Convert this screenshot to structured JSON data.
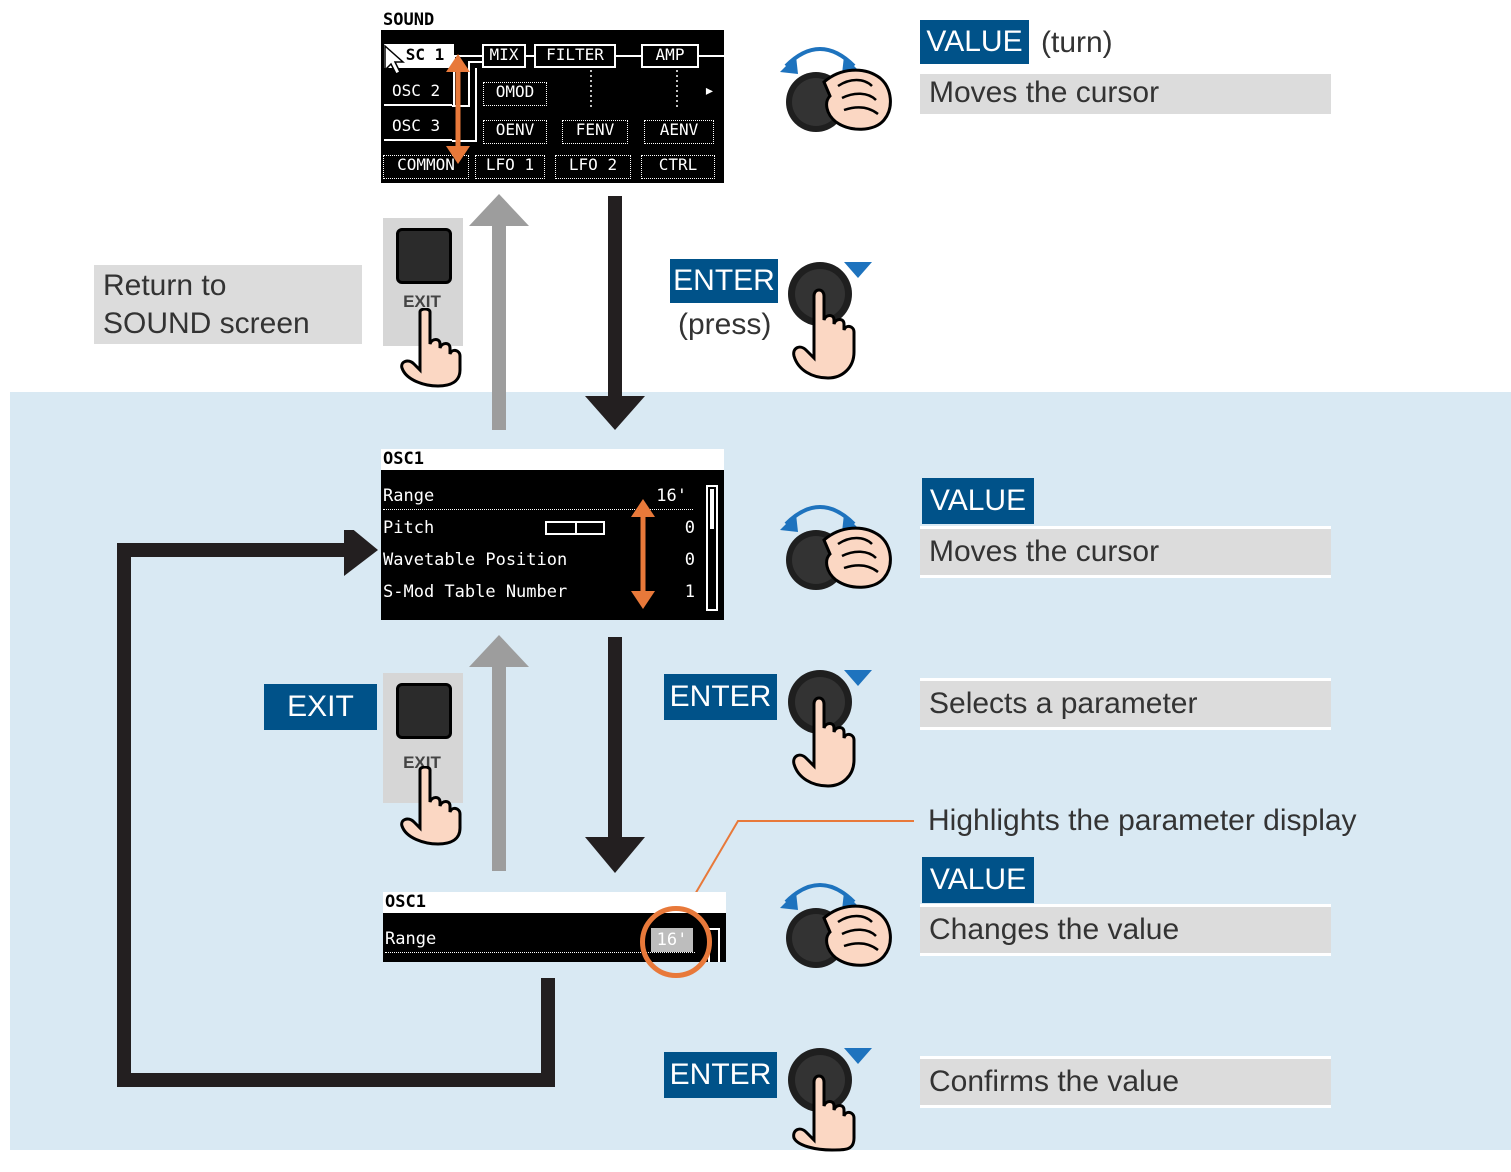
{
  "colors": {
    "blue_label": "#005289",
    "background_blue": "#d9e9f3",
    "grey_box": "#dcdcdc",
    "orange": "#e8793a",
    "arrow_dark": "#231f20",
    "arrow_light": "#9d9d9d",
    "knob_arrow": "#1e73be"
  },
  "sound_screen": {
    "title": "SOUND",
    "tiles": {
      "osc1": "SC 1",
      "mix": "MIX",
      "filter": "FILTER",
      "amp": "AMP",
      "osc2": "OSC 2",
      "omod": "OMOD",
      "osc3": "OSC 3",
      "oenv": "OENV",
      "fenv": "FENV",
      "aenv": "AENV",
      "common": "COMMON",
      "lfo1": "LFO 1",
      "lfo2": "LFO 2",
      "ctrl": "CTRL"
    },
    "more_glyph": "▸"
  },
  "osc1_list_screen": {
    "title": "OSC1",
    "rows": [
      {
        "label": "Range",
        "value": "16'"
      },
      {
        "label": "Pitch",
        "value": "0"
      },
      {
        "label": "Wavetable Position",
        "value": "0"
      },
      {
        "label": "S-Mod Table Number",
        "value": "1"
      }
    ]
  },
  "osc1_edit_screen": {
    "title": "OSC1",
    "row_label": "Range",
    "row_value": "16'"
  },
  "labels": {
    "value_turn_label": "VALUE",
    "turn_text": "(turn)",
    "moves_cursor_1": "Moves the cursor",
    "return_text": "Return to SOUND screen",
    "exit_key_text_1": "EXIT",
    "enter_press_label": "ENTER",
    "press_text": "(press)",
    "value_label_2": "VALUE",
    "moves_cursor_2": "Moves the cursor",
    "exit_label": "EXIT",
    "exit_key_text_2": "EXIT",
    "enter_label_2": "ENTER",
    "selects_parameter": "Selects a parameter",
    "highlights_text": "Highlights the parameter display",
    "value_label_3": "VALUE",
    "changes_value": "Changes the value",
    "enter_label_3": "ENTER",
    "confirms_value": "Confirms the value"
  }
}
